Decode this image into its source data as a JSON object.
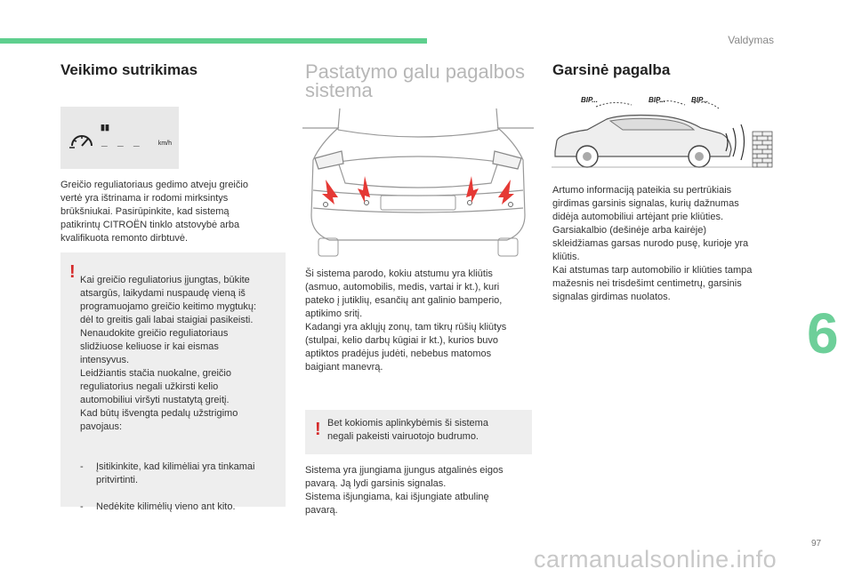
{
  "header": {
    "section": "Valdymas"
  },
  "chapter": {
    "number": "6"
  },
  "page": {
    "number": "97"
  },
  "watermark": "carmanualsonline.info",
  "left": {
    "title": "Veikimo sutrikimas",
    "dashboard": {
      "speed_placeholder": "_ _ _",
      "unit": "km/h",
      "icon": "cruise-control-icon"
    },
    "paragraph": "Greičio reguliatoriaus gedimo atveju greičio\nvertė yra ištrinama ir rodomi mirksintys\nbrūkšniukai. Pasirūpinkite, kad sistemą\npatikrintų CITROËN tinklo atstovybė arba\nkvalifikuota remonto dirbtuvė.",
    "warning": {
      "icon": "!",
      "text": "Kai greičio reguliatorius įjungtas, būkite\natsargūs, laikydami nuspaudę vieną iš\nprogramuojamo greičio keitimo mygtukų:\ndėl to greitis gali labai staigiai pasikeisti.\nNenaudokite greičio reguliatoriaus\nslidžiuose keliuose ir kai eismas\nintensyvus.\nLeidžiantis stačia nuokalne, greičio\nreguliatorius negali užkirsti kelio\nautomobiliui viršyti nustatytą greitį.\nKad būtų išvengta pedalų užstrigimo\npavojaus:",
      "list": [
        "Įsitikinkite, kad kilimėliai yra tinkamai\npritvirtinti.",
        "Nedėkite kilimėlių vieno ant kito."
      ]
    }
  },
  "middle": {
    "title": "Pastatymo galu pagalbos sistema",
    "paragraph1": "Ši sistema parodo, kokiu atstumu yra kliūtis\n(asmuo, automobilis, medis, vartai ir kt.), kuri\npateko į jutiklių, esančių ant galinio bamperio,\naptikimo sritį.\nKadangi yra aklųjų zonų, tam tikrų rūšių kliūtys\n(stulpai, kelio darbų kūgiai ir kt.), kurios buvo\naptiktos pradėjus judėti, nebebus matomos\nbaigiant manevrą.",
    "warning": {
      "icon": "!",
      "text": "Bet kokiomis aplinkybėmis ši sistema\nnegali pakeisti vairuotojo budrumo."
    },
    "paragraph2": "Sistema yra įjungiama įjungus atgalinės eigos\npavarą. Ją lydi garsinis signalas.\nSistema išjungiama, kai išjungiate atbulinę\npavarą."
  },
  "right": {
    "title": "Garsinė pagalba",
    "bips": [
      "BIP...",
      "BIP...",
      "BIP..."
    ],
    "paragraph": "Artumo informaciją pateikia su pertrūkiais\ngirdimas garsinis signalas, kurių dažnumas\ndidėja automobiliui artėjant prie kliūties.\nGarsiakalbio (dešinėje arba kairėje)\nskleidžiamas garsas nurodo pusę, kurioje yra\nkliūtis.\nKai atstumas tarp automobilio ir kliūties tampa\nmažesnis nei trisdešimt centimetrų, garsinis\nsignalas girdimas nuolatos."
  },
  "colors": {
    "accent_green": "#5fcf8e",
    "warning_red": "#d52a2a",
    "box_grey": "#eeeeee",
    "arrow_red": "#e53935"
  }
}
